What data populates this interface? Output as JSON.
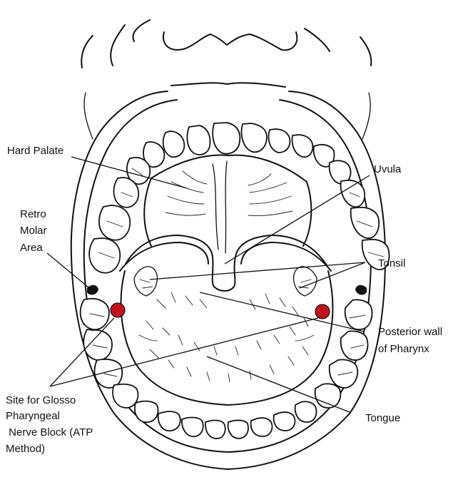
{
  "labels": {
    "hard_palate": "Hard Palate",
    "uvula": "Uvula",
    "retro_molar_area": [
      "Retro",
      "Molar",
      "Area"
    ],
    "tonsil": "Tonsil",
    "posterior_wall": [
      "Posterior wall",
      "of Pharynx"
    ],
    "site_block": [
      "Site for Glosso",
      "Pharyngeal",
      " Nerve Block (ATP",
      "Method)"
    ],
    "tongue": "Tongue"
  },
  "colors": {
    "injection_site": "#c0141c",
    "line": "#111111",
    "background": "#ffffff"
  }
}
